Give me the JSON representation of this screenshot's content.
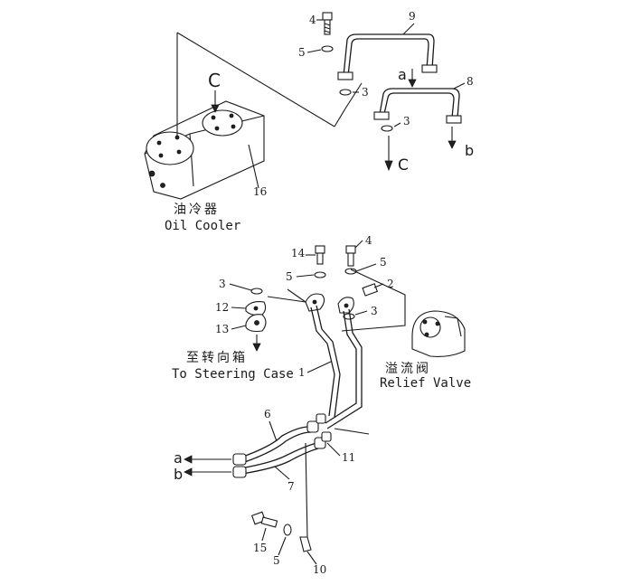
{
  "labels": {
    "oil_cooler_cn": "油冷器",
    "oil_cooler_en": "Oil Cooler",
    "steering_cn": "至转向箱",
    "steering_en": "To Steering Case",
    "relief_cn": "溢流阀",
    "relief_en": "Relief Valve"
  },
  "callouts": {
    "top_C": "C",
    "c_out": "C",
    "a_top": "a",
    "b_top": "b",
    "a_left": "a",
    "b_left": "b"
  },
  "parts": {
    "p1": "1",
    "p2": "2",
    "p3_top1": "3",
    "p3_top2": "3",
    "p3_left": "3",
    "p3_right": "3",
    "p4_top": "4",
    "p4_low": "4",
    "p5_top": "5",
    "p5_low1": "5",
    "p5_low2": "5",
    "p5_bottom": "5",
    "p6": "6",
    "p7": "7",
    "p8": "8",
    "p9": "9",
    "p10": "10",
    "p11": "11",
    "p12": "12",
    "p13": "13",
    "p14": "14",
    "p15": "15",
    "p16": "16"
  }
}
